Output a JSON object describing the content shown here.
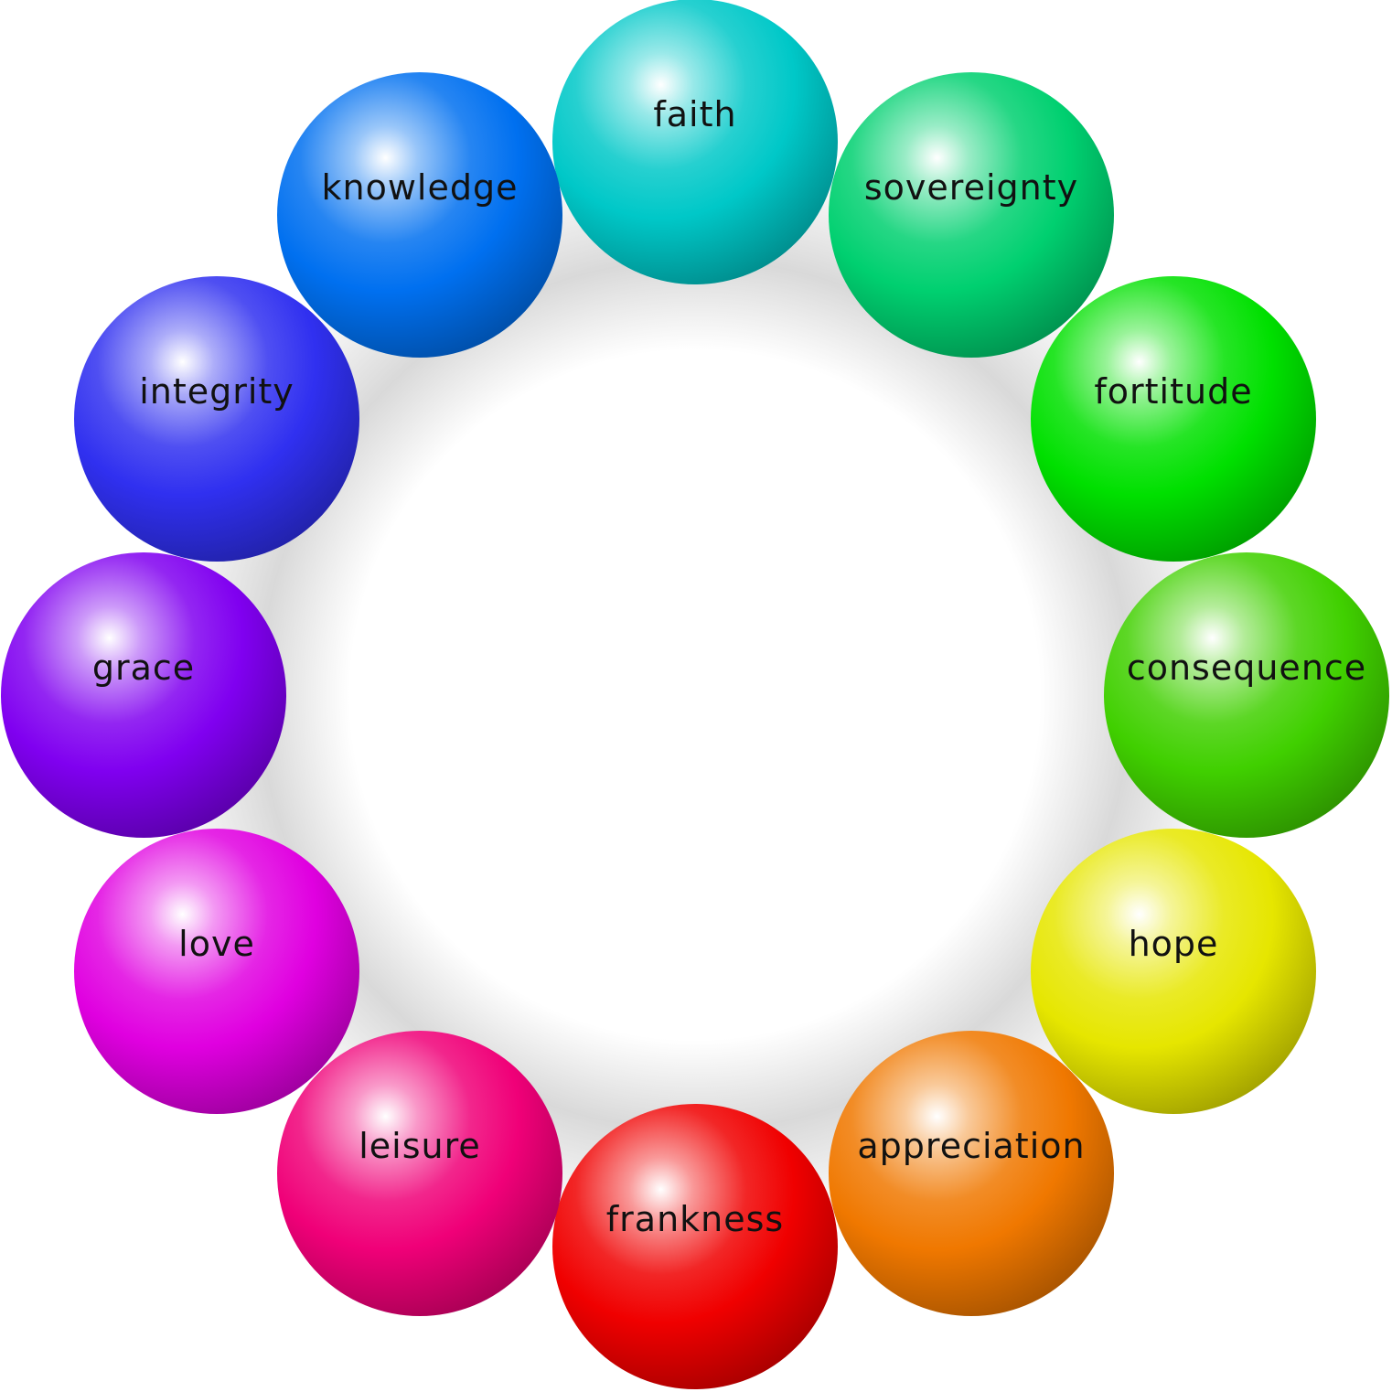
{
  "spheres": [
    {
      "label": "faith",
      "color": "#00c8c8"
    },
    {
      "label": "sovereignty",
      "color": "#00d070"
    },
    {
      "label": "fortitude",
      "color": "#00e000"
    },
    {
      "label": "consequence",
      "color": "#40d000"
    },
    {
      "label": "hope",
      "color": "#e6e600"
    },
    {
      "label": "appreciation",
      "color": "#f07800"
    },
    {
      "label": "frankness",
      "color": "#f00000"
    },
    {
      "label": "leisure",
      "color": "#f00078"
    },
    {
      "label": "love",
      "color": "#e000e0"
    },
    {
      "label": "grace",
      "color": "#8000f0"
    },
    {
      "label": "integrity",
      "color": "#3030f0"
    },
    {
      "label": "knowledge",
      "color": "#0070f0"
    }
  ]
}
